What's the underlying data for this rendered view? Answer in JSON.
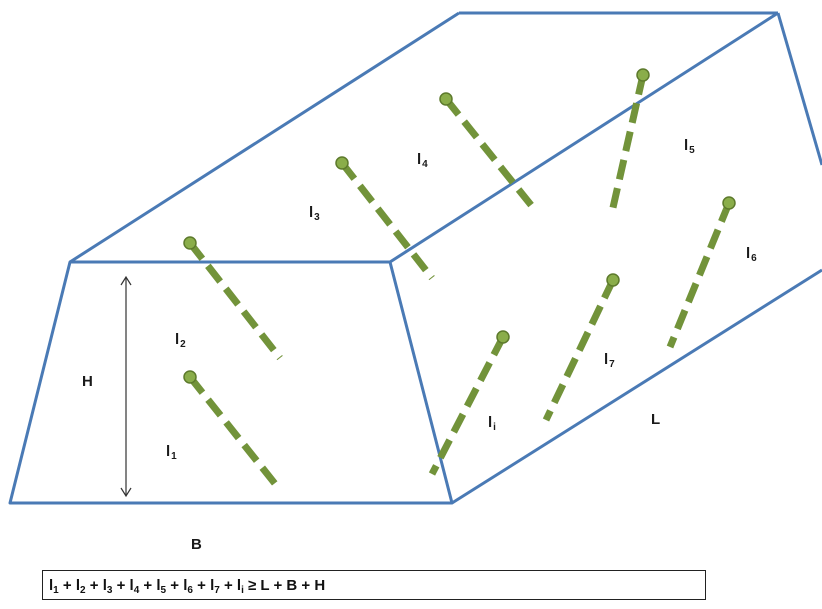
{
  "labels": {
    "H": "H",
    "B": "B",
    "L": "L",
    "l1": {
      "base": "l",
      "sub": "1"
    },
    "l2": {
      "base": "l",
      "sub": "2"
    },
    "l3": {
      "base": "l",
      "sub": "3"
    },
    "l4": {
      "base": "l",
      "sub": "4"
    },
    "l5": {
      "base": "l",
      "sub": "5"
    },
    "l6": {
      "base": "l",
      "sub": "6"
    },
    "l7": {
      "base": "l",
      "sub": "7"
    },
    "li": {
      "base": "l",
      "sub": "i"
    }
  },
  "formula": {
    "terms": [
      "1",
      "2",
      "3",
      "4",
      "5",
      "6",
      "7",
      "i"
    ],
    "term_base": "l",
    "operator": " + ",
    "relation": " ≥ ",
    "rhs": "L + B + H"
  },
  "colors": {
    "prism_edge": "#4a7ab5",
    "fracture": "#72933a",
    "fracture_tip": "#8aad4a",
    "arrow": "#333333",
    "text": "#1a1a1a"
  }
}
